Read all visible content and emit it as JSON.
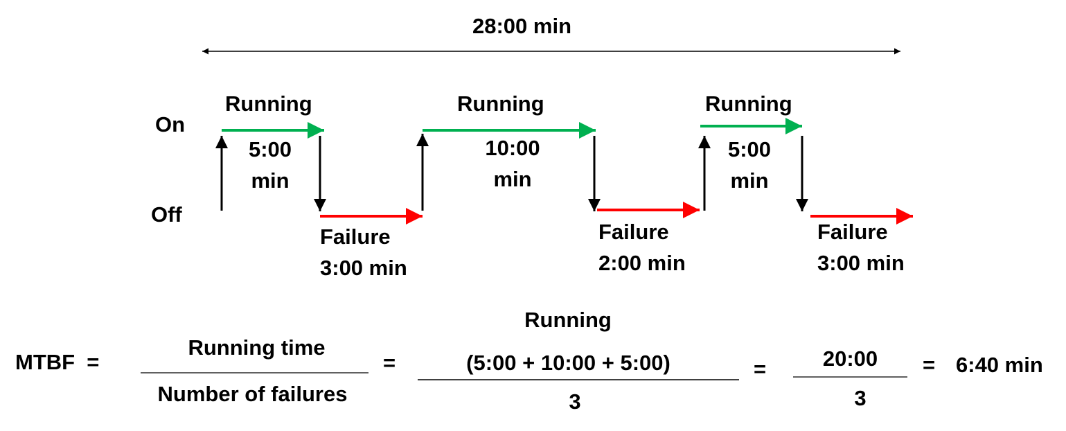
{
  "total_duration": "28:00 min",
  "state_labels": {
    "on": "On",
    "off": "Off"
  },
  "running_periods": [
    {
      "label": "Running",
      "duration_1": "5:00",
      "duration_2": "min"
    },
    {
      "label": "Running",
      "duration_1": "10:00",
      "duration_2": "min"
    },
    {
      "label": "Running",
      "duration_1": "5:00",
      "duration_2": "min"
    }
  ],
  "failure_periods": [
    {
      "label": "Failure",
      "duration": "3:00 min"
    },
    {
      "label": "Failure",
      "duration": "2:00 min"
    },
    {
      "label": "Failure",
      "duration": "3:00 min"
    }
  ],
  "colors": {
    "running": "#00b050",
    "failure": "#ff0000",
    "transition": "#000000"
  },
  "formula": {
    "lhs": "MTBF  =",
    "numerator_1": "Running time",
    "denominator_1": "Number of failures",
    "eq_1": "=",
    "header_2": "Running",
    "numerator_2": "(5:00 + 10:00 + 5:00)",
    "denominator_2": "3",
    "eq_2": "=",
    "numerator_3": "20:00",
    "denominator_3": "3",
    "eq_3": "=",
    "result": "6:40 min"
  }
}
